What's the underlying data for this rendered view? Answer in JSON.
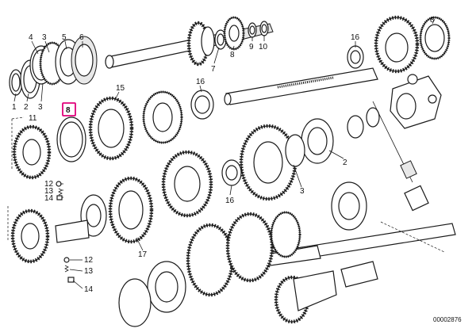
{
  "diagram": {
    "reference_number": "00002876",
    "highlight_color": "#e0007a",
    "callouts": {
      "c1": "1",
      "c2": "2",
      "c3": "3",
      "c4": "4",
      "c5": "5",
      "c6": "6",
      "c7": "7",
      "c8a": "8",
      "c9": "9",
      "c10": "10",
      "c16a": "16",
      "c8b": "8",
      "c15": "15",
      "c16b": "16",
      "c8c": "8",
      "c11": "11",
      "c2b": "2",
      "c3b": "3",
      "c12a": "12",
      "c13a": "13",
      "c14a": "14",
      "c16c": "16",
      "c17": "17",
      "c12b": "12",
      "c13b": "13",
      "c14b": "14"
    }
  }
}
